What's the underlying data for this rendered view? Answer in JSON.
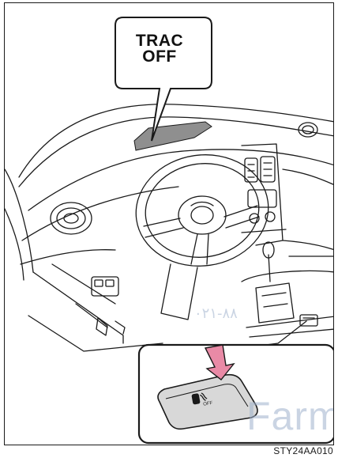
{
  "callout": {
    "line1": "TRAC",
    "line2": "OFF"
  },
  "watermark": {
    "latin": "FarmaS",
    "arabic": "۰۲۱-۸۸"
  },
  "figure_code": "STY24AA010",
  "colors": {
    "indicator_fill": "#8f8f8f",
    "button_arrow": "#e98aa6",
    "watermark": "#9fb2cd",
    "line": "#1a1a1a"
  },
  "icons": {
    "trac_off_switch_icon": "car-skid-icon"
  }
}
